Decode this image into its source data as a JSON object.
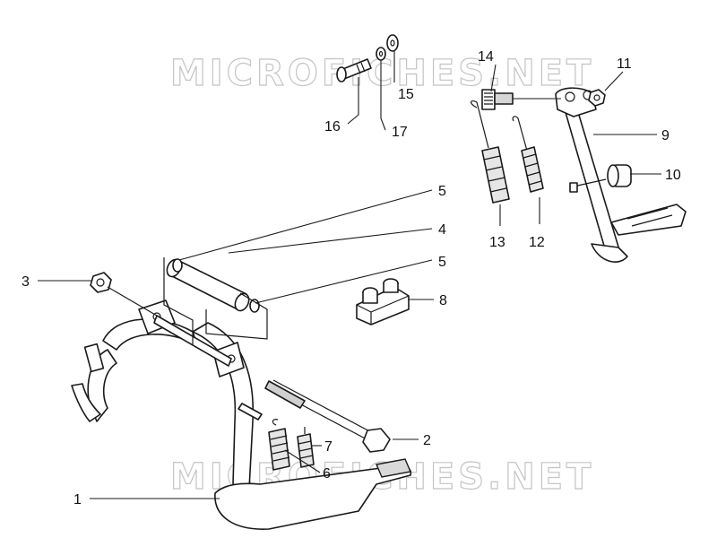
{
  "watermark": "MICROFICHES.NET",
  "callouts": [
    {
      "id": "1",
      "label": "1"
    },
    {
      "id": "2",
      "label": "2"
    },
    {
      "id": "3",
      "label": "3"
    },
    {
      "id": "4",
      "label": "4"
    },
    {
      "id": "5a",
      "label": "5"
    },
    {
      "id": "5b",
      "label": "5"
    },
    {
      "id": "6",
      "label": "6"
    },
    {
      "id": "7",
      "label": "7"
    },
    {
      "id": "8",
      "label": "8"
    },
    {
      "id": "9",
      "label": "9"
    },
    {
      "id": "10",
      "label": "10"
    },
    {
      "id": "11",
      "label": "11"
    },
    {
      "id": "12",
      "label": "12"
    },
    {
      "id": "13",
      "label": "13"
    },
    {
      "id": "14",
      "label": "14"
    },
    {
      "id": "15",
      "label": "15"
    },
    {
      "id": "16",
      "label": "16"
    },
    {
      "id": "17",
      "label": "17"
    }
  ]
}
